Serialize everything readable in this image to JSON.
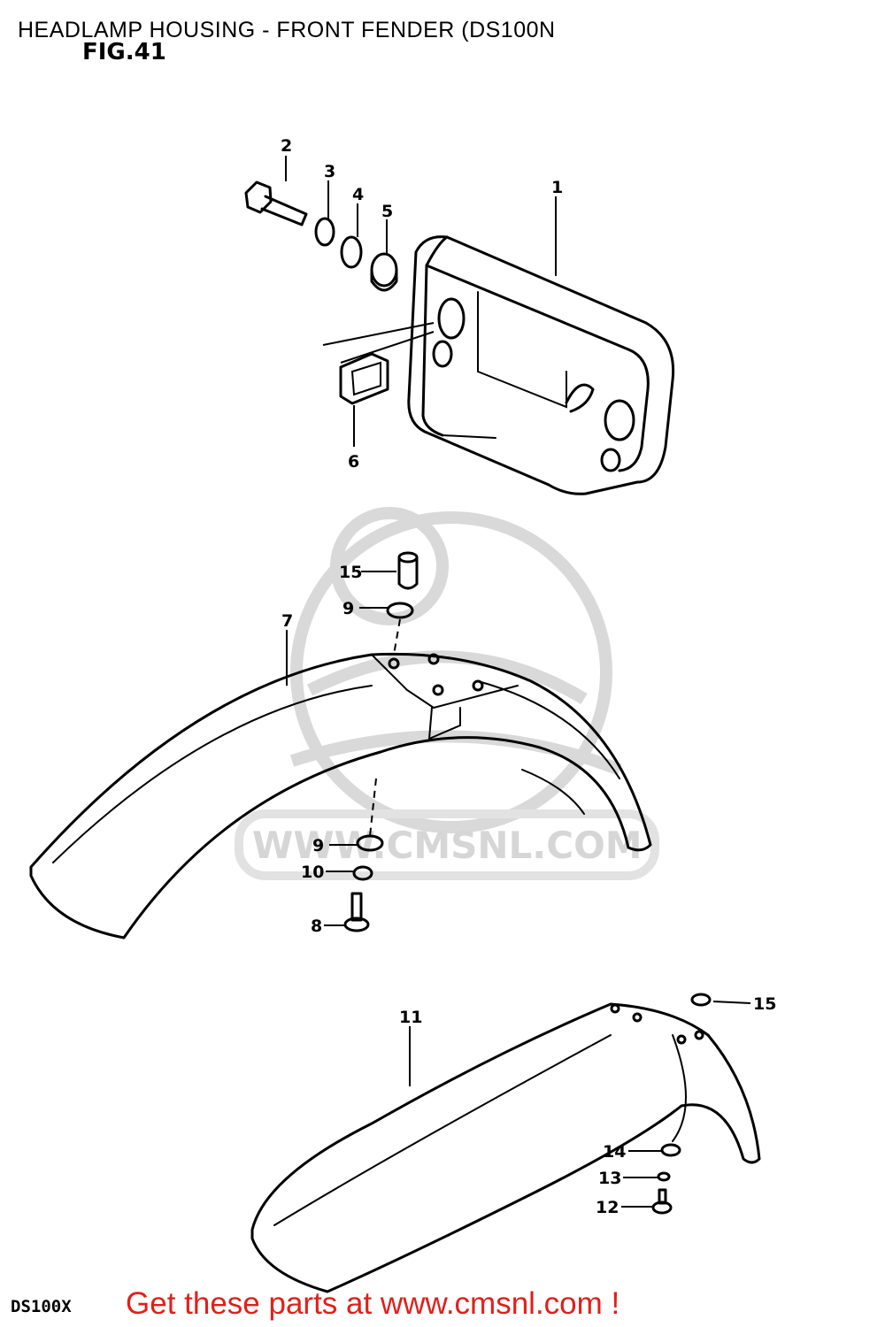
{
  "title": "HEADLAMP HOUSING - FRONT FENDER (DS100N",
  "figure": "FIG.41",
  "model": "DS100X",
  "watermark": "WWW.CMSNL.COM",
  "cta": "Get these parts at www.cmsnl.com !",
  "callouts": [
    "1",
    "2",
    "3",
    "4",
    "5",
    "6",
    "7",
    "8",
    "9",
    "9",
    "10",
    "11",
    "12",
    "13",
    "14",
    "15",
    "15"
  ],
  "colors": {
    "cta": "#e0201a",
    "watermark": "#d6d6d6",
    "ink": "#000000"
  }
}
